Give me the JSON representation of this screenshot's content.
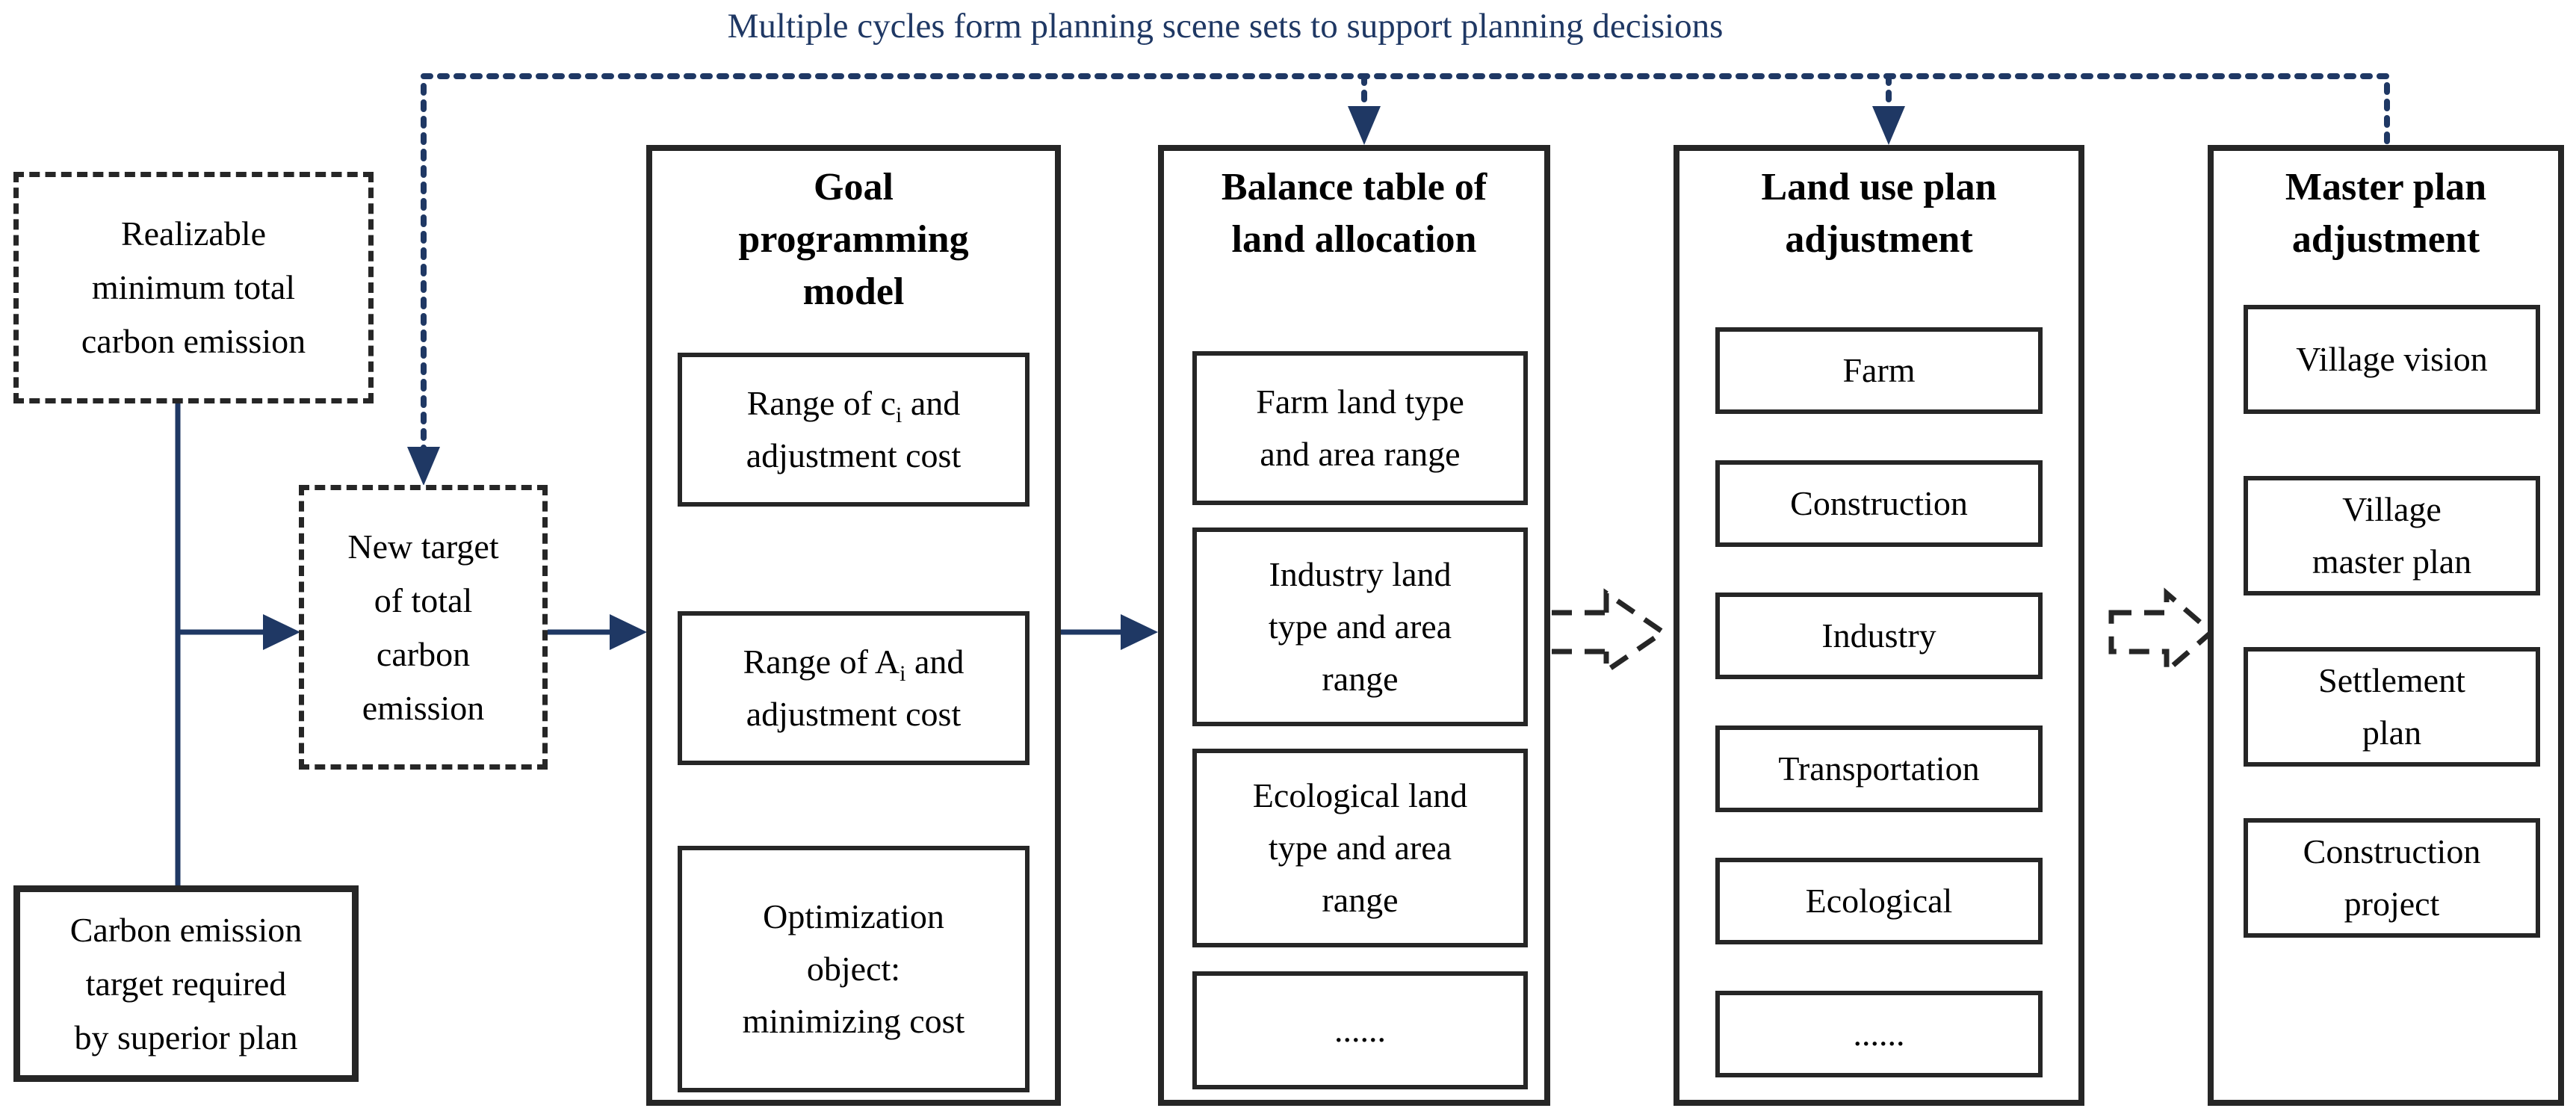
{
  "colors": {
    "accent_navy": "#1f3864",
    "border_black": "#262626",
    "text_black": "#000000",
    "background": "#ffffff"
  },
  "banner": {
    "text": "Multiple cycles form planning scene sets to support planning decisions"
  },
  "left_flow": {
    "realizable_box": "Realizable\nminimum total\ncarbon emission",
    "superior_box": "Carbon emission\ntarget  required\nby superior plan",
    "new_target_box": "New target\nof total\ncarbon\nemission"
  },
  "columns": [
    {
      "title": "Goal\nprogramming\nmodel",
      "items": [
        {
          "prefix": "Range of c",
          "sub": "i",
          "suffix": " and\nadjustment cost"
        },
        {
          "prefix": "Range of A",
          "sub": "i",
          "suffix": " and\nadjustment cost"
        },
        {
          "prefix": "Optimization\nobject:\nminimizing cost",
          "sub": "",
          "suffix": ""
        }
      ]
    },
    {
      "title": "Balance table of\nland allocation",
      "items": [
        "Farm land type\nand area range",
        "Industry land\ntype and area\nrange",
        "Ecological land\ntype and area\nrange",
        "......"
      ]
    },
    {
      "title": "Land use plan\nadjustment",
      "items": [
        "Farm",
        "Construction",
        "Industry",
        "Transportation",
        "Ecological",
        "......"
      ]
    },
    {
      "title": "Master plan\nadjustment",
      "items": [
        "Village vision",
        "Village\nmaster plan",
        "Settlement\nplan",
        "Construction\nproject"
      ]
    }
  ]
}
